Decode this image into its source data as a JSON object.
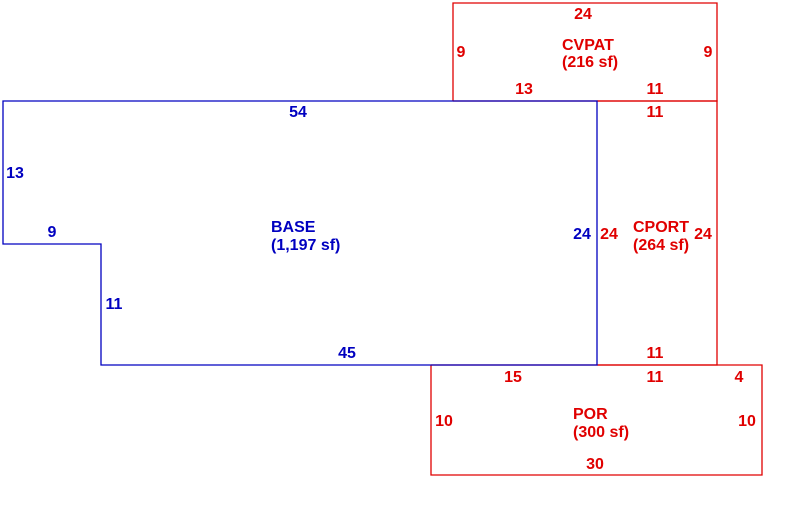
{
  "colors": {
    "base": "#0000c0",
    "addition": "#e00000",
    "background": "#ffffff"
  },
  "areas": [
    {
      "key": "base",
      "name": "BASE",
      "area": "(1,197 sf)",
      "color": "base",
      "dimensions": [
        "54",
        "13",
        "9",
        "11",
        "45",
        "24"
      ]
    },
    {
      "key": "cvpat",
      "name": "CVPAT",
      "area": "(216 sf)",
      "color": "addition",
      "dimensions": [
        "24",
        "9",
        "9",
        "13",
        "11"
      ]
    },
    {
      "key": "cport",
      "name": "CPORT",
      "area": "(264 sf)",
      "color": "addition",
      "dimensions": [
        "11",
        "24",
        "24",
        "11"
      ]
    },
    {
      "key": "por",
      "name": "POR",
      "area": "(300 sf)",
      "color": "addition",
      "dimensions": [
        "15",
        "11",
        "4",
        "10",
        "10",
        "30"
      ]
    }
  ]
}
